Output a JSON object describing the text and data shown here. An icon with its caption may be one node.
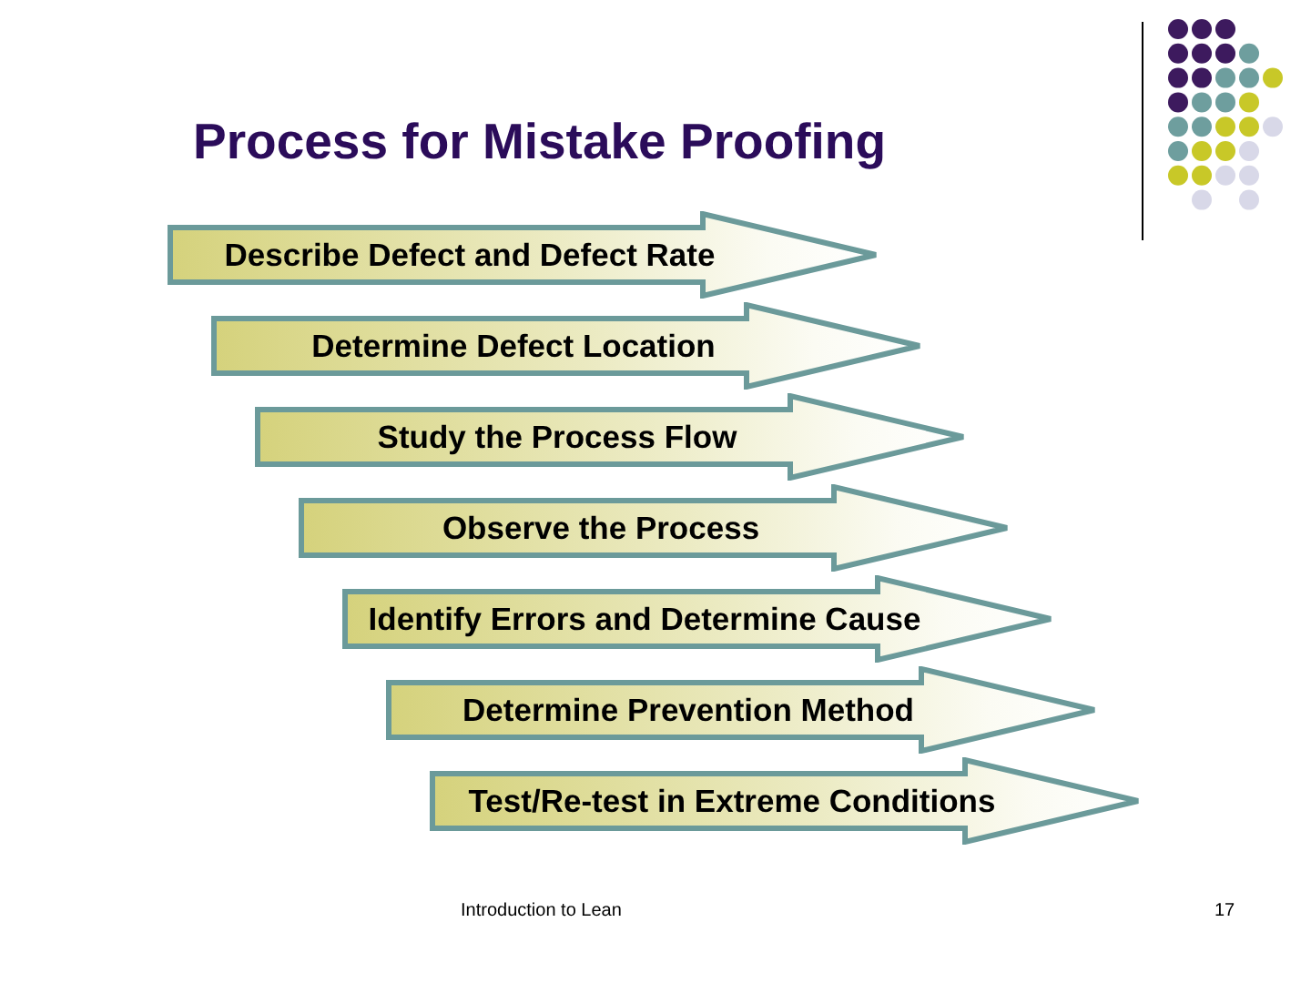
{
  "diagram": {
    "title": "Process for Mistake Proofing",
    "nodes": [
      {
        "text": [
          "Describe Defect and Defect Rate"
        ]
      },
      {
        "text": [
          "Determine Defect Location"
        ]
      },
      {
        "text": [
          "Study the Process Flow"
        ]
      },
      {
        "text": [
          "Observe the Process"
        ]
      },
      {
        "text": [
          "Identify Errors and Determine Cause"
        ]
      },
      {
        "text": [
          "Determine Prevention Method"
        ]
      },
      {
        "text": [
          "Test/Re-test in Extreme Conditions"
        ]
      }
    ],
    "labels": [
      "Introduction to Lean",
      "17"
    ]
  }
}
